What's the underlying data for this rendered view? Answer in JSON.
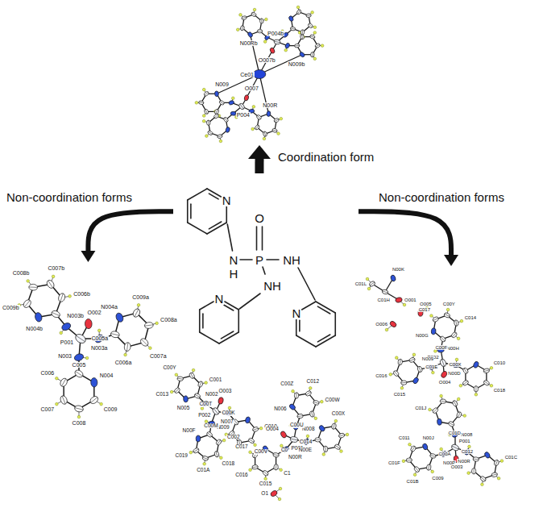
{
  "diagram": {
    "nodes": [
      {
        "text": [
          "P004b",
          "N00Rb",
          "O007b",
          "N009b",
          "Ce01",
          "N009",
          "O007",
          "N00R",
          "P004"
        ]
      },
      {
        "text": [
          "N",
          "O",
          "N",
          "P",
          "NH",
          "H",
          "NH",
          "N",
          "N"
        ]
      },
      {
        "text": [
          "C009b",
          "C008b",
          "C007b",
          "C006b",
          "N004b",
          "O002",
          "P001",
          "N003a",
          "C005a",
          "C006a",
          "C007a",
          "C008a",
          "C009a",
          "N004a",
          "N003b",
          "N003",
          "C006",
          "C005",
          "C007",
          "C009",
          "C008",
          "N004"
        ]
      },
      {
        "text": [
          "P002",
          "O003",
          "N002",
          "C00T",
          "N005",
          "C013",
          "C00Y",
          "C001",
          "N009",
          "C00M",
          "N00F",
          "C019",
          "C01A",
          "C018",
          "C002",
          "N007",
          "C00K",
          "C010",
          "C00V",
          "P001",
          "O004",
          "N008",
          "C00U",
          "N006",
          "C00Z",
          "C012",
          "C00W",
          "N00E",
          "C014",
          "C00X",
          "N00R",
          "C0",
          "C017",
          "C016",
          "C015",
          "C1",
          "O1"
        ]
      },
      {
        "text": [
          "C01L",
          "N00K",
          "C01H",
          "O001",
          "O005",
          "O006",
          "P002",
          "O004",
          "N00H",
          "C00F",
          "N00G",
          "C017",
          "C00Y",
          "C014",
          "N00D",
          "C00X",
          "C010",
          "C018",
          "N009",
          "C01E",
          "C015",
          "C016",
          "P001",
          "O003",
          "N00R",
          "C012",
          "C01C",
          "N00P",
          "C00A",
          "N00J",
          "C011",
          "C01F",
          "C01B",
          "C009",
          "N008",
          "C01D",
          "C01J"
        ]
      }
    ],
    "edges": [
      {
        "from": 1,
        "to": 0,
        "label": "Coordination form",
        "arrow": "to"
      },
      {
        "from": 1,
        "to": 2,
        "label": "Non-coordination forms",
        "arrow": "to"
      },
      {
        "from": 1,
        "to": 4,
        "label": "Non-coordination forms",
        "arrow": "to"
      }
    ]
  }
}
